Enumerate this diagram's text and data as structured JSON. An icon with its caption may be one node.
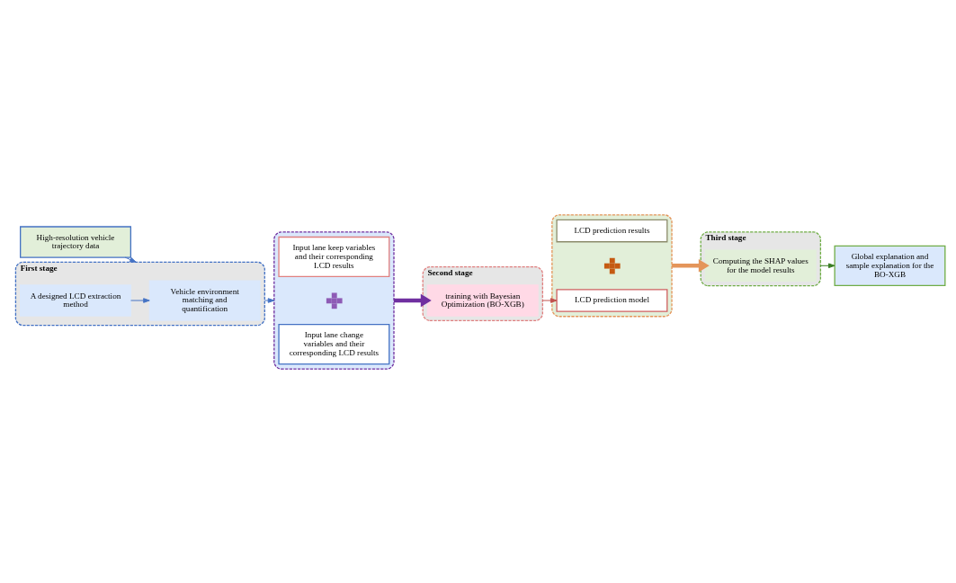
{
  "diagram": {
    "nodes": [
      {
        "text": [
          "High-resolution vehicle trajectory data"
        ]
      },
      {
        "text": [
          "First stage"
        ]
      },
      {
        "text": [
          "A designed LCD extraction method"
        ],
        "in": 1
      },
      {
        "text": [
          "Vehicle environment matching and quantification"
        ],
        "in": 1
      },
      {
        "text": [],
        "shape": "box"
      },
      {
        "text": [
          "Input lane change variables and their corresponding LCD results"
        ],
        "in": 4
      },
      {
        "text": [],
        "shape": "cross",
        "in": 4
      },
      {
        "text": [
          "Input lane keep variables and their corresponding LCD results"
        ],
        "in": 4
      },
      {
        "text": [
          "Second stage"
        ]
      },
      {
        "text": [
          "training with Bayesian Optimization (BO-XGB)"
        ],
        "in": 8
      },
      {
        "text": [],
        "shape": "box"
      },
      {
        "text": [
          "LCD prediction model"
        ],
        "in": 10
      },
      {
        "text": [],
        "shape": "cross",
        "in": 10
      },
      {
        "text": [
          "LCD prediction results"
        ],
        "in": 10
      },
      {
        "text": [
          "Third stage"
        ]
      },
      {
        "text": [
          "Computing the SHAP values for the model results"
        ],
        "in": 14
      },
      {
        "text": [
          "Global explanation and sample explanation for the BO-XGB"
        ]
      }
    ],
    "edges": [
      {
        "from": 0,
        "to": 1,
        "arrow": "to"
      },
      {
        "from": 2,
        "to": 3,
        "arrow": "to"
      },
      {
        "from": 1,
        "to": 4,
        "arrow": "to"
      },
      {
        "from": 4,
        "to": 9,
        "arrow": "to",
        "style": "thick",
        "color": "#7030a0"
      },
      {
        "from": 8,
        "to": 11,
        "arrow": "to",
        "color": "#c0504d"
      },
      {
        "from": 10,
        "to": 15,
        "arrow": "to",
        "style": "thick",
        "color": "#e4955a"
      },
      {
        "from": 14,
        "to": 16,
        "arrow": "to",
        "color": "#3a7d22"
      }
    ]
  }
}
